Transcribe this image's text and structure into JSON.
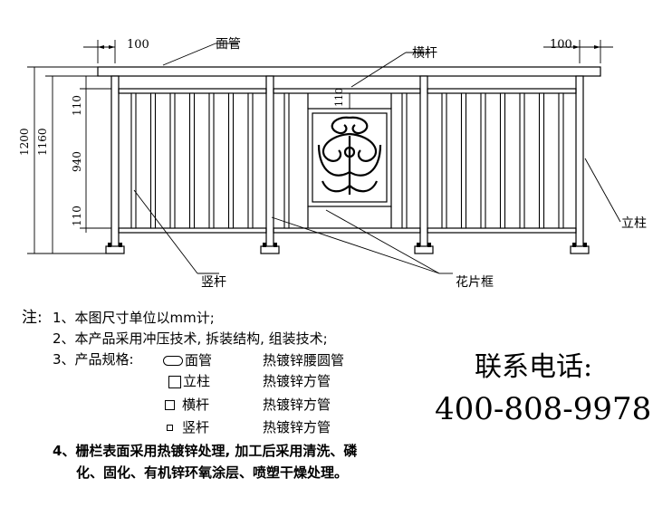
{
  "drawing": {
    "dimensions": {
      "top_left": "100",
      "top_right": "100",
      "total_height": "1200",
      "post_height": "1160",
      "bottom_rail_offset": "110",
      "panel_height": "940",
      "top_rail_offset": "110",
      "center_rail_offset": "110"
    },
    "callouts": {
      "top_tube": "面管",
      "cross_bar": "横杆",
      "post": "立柱",
      "vertical_bar": "竖杆",
      "flower_frame": "花片框"
    }
  },
  "notes": {
    "prefix": "注:",
    "line1": "1、本图尺寸单位以mm计;",
    "line2": "2、本产品采用冲压技术, 拆装结构, 组装技术;",
    "line3": "3、产品规格:",
    "specs": [
      {
        "symbol": "oval",
        "part": "面管",
        "material": "热镀锌腰圆管"
      },
      {
        "symbol": "square-large",
        "part": "立柱",
        "material": "热镀锌方管"
      },
      {
        "symbol": "square-medium",
        "part": "横杆",
        "material": "热镀锌方管"
      },
      {
        "symbol": "square-small",
        "part": "竖杆",
        "material": "热镀锌方管"
      }
    ],
    "line4a": "4、栅栏表面采用热镀锌处理, 加工后采用清洗、磷",
    "line4b": "化、固化、有机锌环氧涂层、喷塑干燥处理。"
  },
  "contact": {
    "label": "联系电话:",
    "phone": "400-808-9978"
  }
}
